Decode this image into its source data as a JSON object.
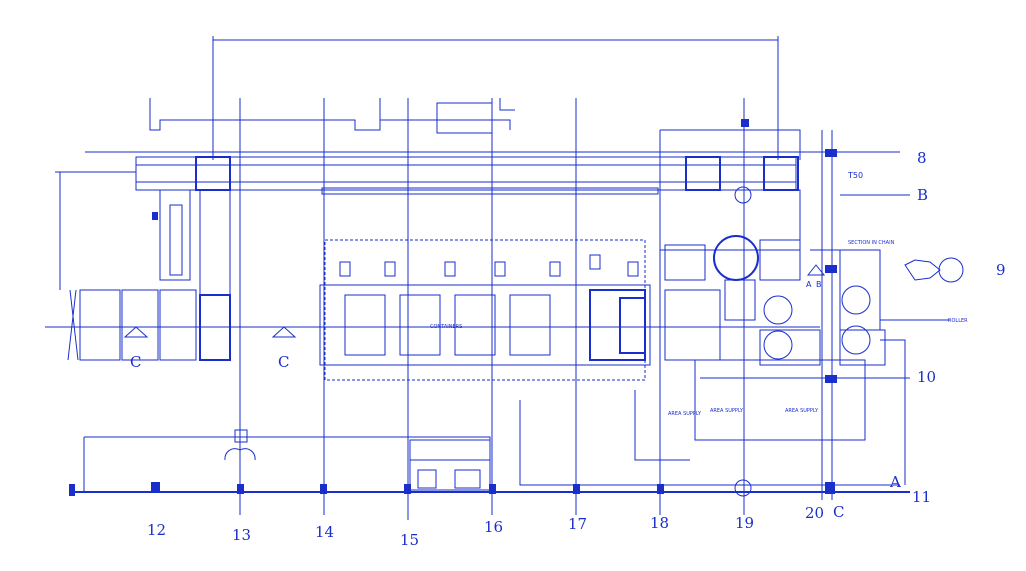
{
  "drawing": {
    "accent_color": "#1a2ecc",
    "column_labels": [
      "12",
      "13",
      "14",
      "15",
      "16",
      "17",
      "18",
      "19",
      "20"
    ],
    "row_labels": [
      "8",
      "B",
      "9",
      "10",
      "A",
      "11"
    ],
    "grid_corner_label": "C",
    "section_markers": [
      "C",
      "C",
      "A",
      "B"
    ],
    "annotations": {
      "t50": "T50",
      "center_text": "CONTAINERS",
      "right_callout": "ROLLER",
      "top_right_callout": "SECTION IN CHAIN",
      "area_left": "AREA SUPPLY",
      "area_mid": "AREA SUPPLY",
      "area_right": "AREA SUPPLY"
    }
  }
}
